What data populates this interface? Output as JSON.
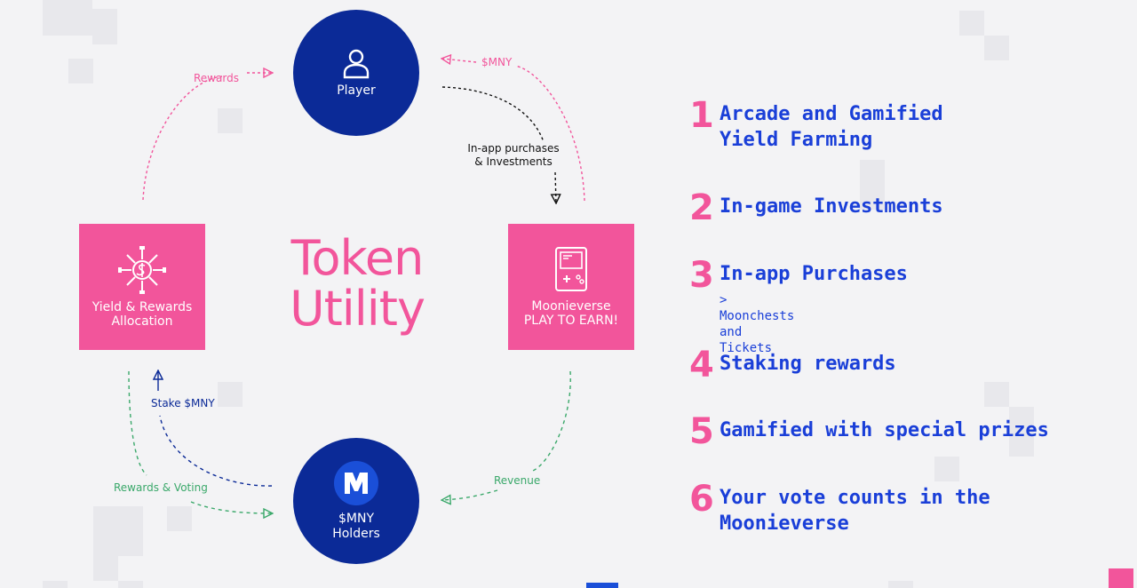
{
  "colors": {
    "navy": "#0b2a97",
    "pink": "#f2559b",
    "blue": "#1a3fd8",
    "green": "#3aa86a",
    "background": "#f3f3f5"
  },
  "diagram": {
    "title": "Token\nUtility",
    "nodes": {
      "player": {
        "label": "Player",
        "icon": "user-icon"
      },
      "play_to_earn": {
        "label": "Moonieverse\nPLAY TO EARN!",
        "icon": "gameboy-icon"
      },
      "holders": {
        "label": "$MNY\nHolders",
        "icon": "mny-logo"
      },
      "yield": {
        "label": "Yield & Rewards\nAllocation",
        "icon": "dollar-burst-icon"
      }
    },
    "edges": {
      "rewards": "Rewards",
      "mny": "$MNY",
      "purchases": "In-app purchases\n& Investments",
      "revenue": "Revenue",
      "stake": "Stake $MNY",
      "rewards_voting": "Rewards & Voting"
    }
  },
  "features": [
    {
      "num": "1",
      "title": "Arcade and Gamified\nYield Farming"
    },
    {
      "num": "2",
      "title": "In-game Investments"
    },
    {
      "num": "3",
      "title": "In-app Purchases",
      "sub": "> Moonchests and Tickets"
    },
    {
      "num": "4",
      "title": "Staking rewards"
    },
    {
      "num": "5",
      "title": "Gamified with special prizes"
    },
    {
      "num": "6",
      "title": "Your vote counts in the\nMoonieverse"
    }
  ]
}
